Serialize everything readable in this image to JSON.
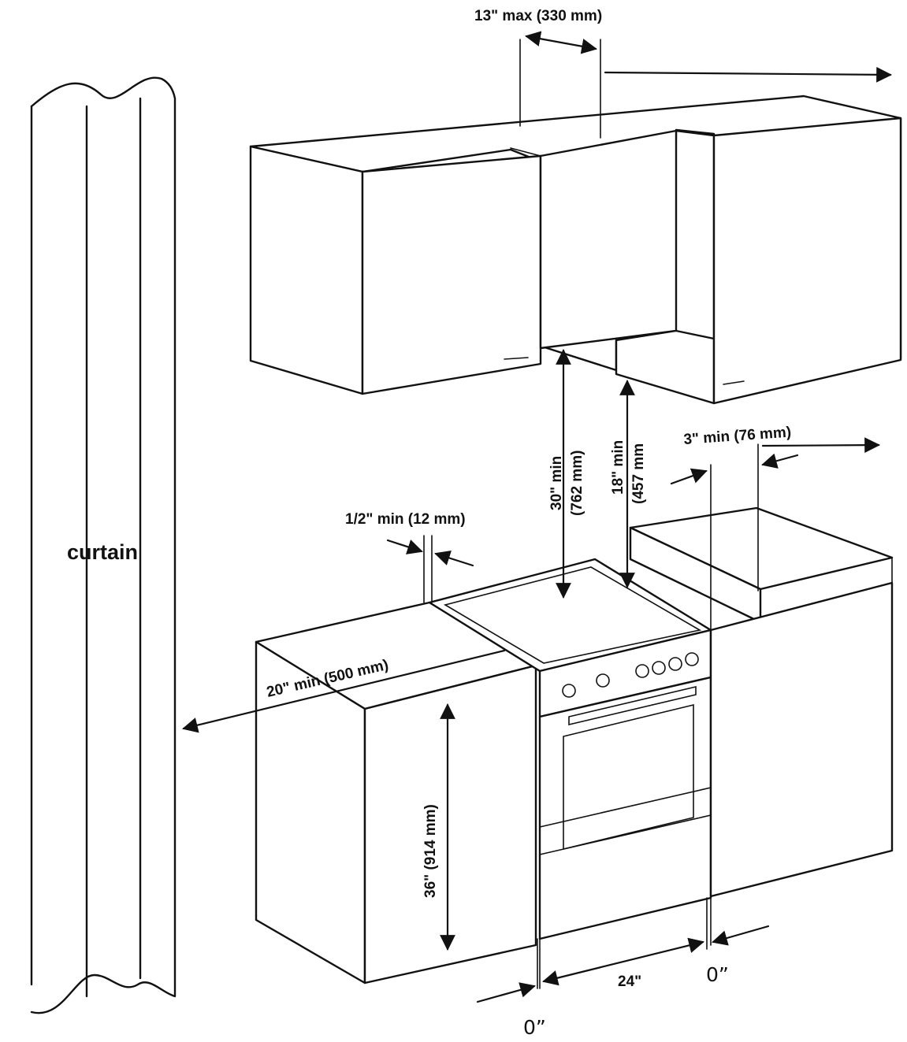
{
  "labels": {
    "curtain": "curtain",
    "upper_gap": "13\" max (330 mm)",
    "hood_clear_a": "30\" min",
    "hood_clear_b": "(762 mm)",
    "cab_clear_a": "18\" min",
    "cab_clear_b": "(457 mm",
    "side_clear": "3\" min (76 mm)",
    "half_inch": "1/2\" min (12 mm)",
    "side_wall": "20\" min (500 mm)",
    "counter_height": "36\"  (914 mm)",
    "range_width": "24\"",
    "zero_left": "0”",
    "zero_right": "0”"
  }
}
